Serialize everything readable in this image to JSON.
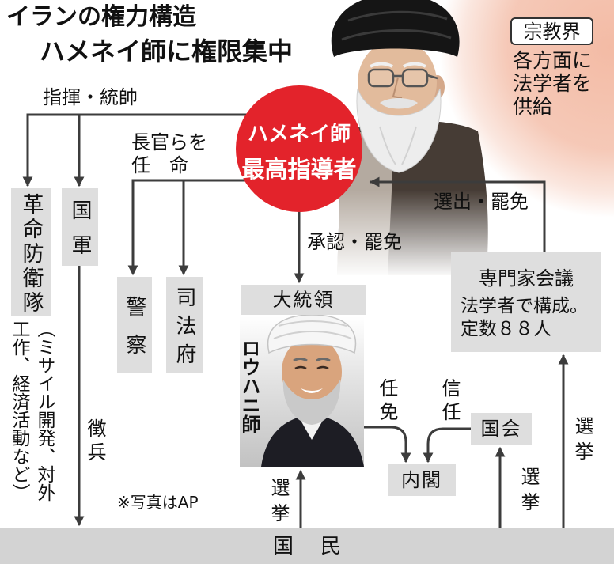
{
  "title": {
    "line1": "イランの権力構造",
    "line2": "ハメネイ師に権限集中"
  },
  "religious_sphere": {
    "badge": "宗教界",
    "lines": [
      "各方面に",
      "法学者を",
      "供給"
    ]
  },
  "supreme_leader": {
    "name": "ハメネイ師",
    "role": "最高指導者"
  },
  "relations": {
    "command": "指揮・統帥",
    "appoint": [
      "長官らを",
      "任命"
    ],
    "approve_dismiss": "承認・罷免",
    "elect_dismiss": "選出・罷免",
    "conscription": "徴兵",
    "appoint_dismiss": "任免",
    "confidence": "信任",
    "election": "選挙"
  },
  "nodes": {
    "irgc": "革命防衛隊",
    "irgc_note": [
      "（ミサイル開発、対外",
      "工作、経済活動など）"
    ],
    "army": "国軍",
    "police": "警察",
    "judiciary": "司法府",
    "president": "大統領",
    "president_name": "ロウハニ師",
    "assembly_of_experts": {
      "title": "専門家会議",
      "lines": [
        "法学者で構成。",
        "定数８８人"
      ]
    },
    "parliament": "国会",
    "cabinet": "内閣",
    "people": "国民"
  },
  "photo_credit": "※写真はAP",
  "colors": {
    "accent_red": "#e3232b",
    "box_gray": "#dedede",
    "bar_gray": "#d3d3d3",
    "line": "#3c3c3c",
    "religious_peach": "#f3bba5",
    "text": "#111111"
  }
}
